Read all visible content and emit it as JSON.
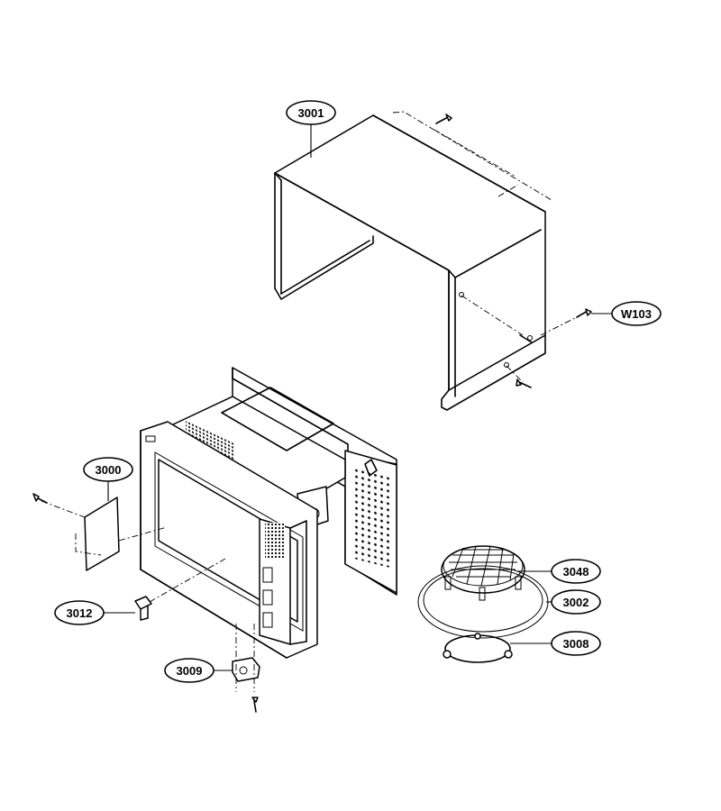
{
  "labels": {
    "p3001": "3001",
    "pW103": "W103",
    "p3000": "3000",
    "p3012": "3012",
    "p3009": "3009",
    "p3048": "3048",
    "p3002": "3002",
    "p3008": "3008"
  }
}
